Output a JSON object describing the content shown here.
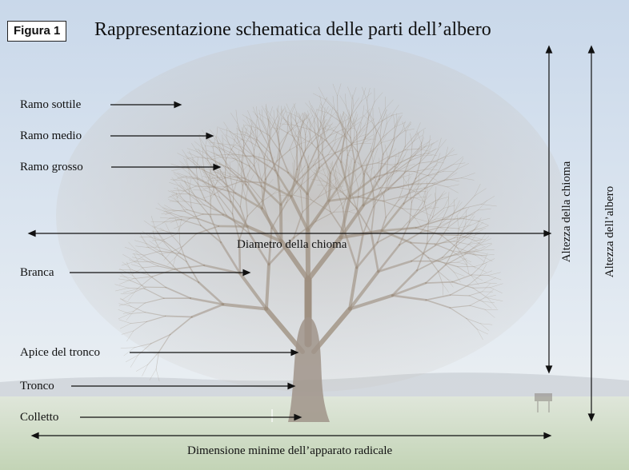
{
  "figure": {
    "tag": "Figura 1",
    "title": "Rappresentazione schematica delle parti dell’albero"
  },
  "labels": {
    "ramo_sottile": "Ramo sottile",
    "ramo_medio": "Ramo medio",
    "ramo_grosso": "Ramo grosso",
    "branca": "Branca",
    "apice_tronco": "Apice del tronco",
    "tronco": "Tronco",
    "colletto": "Colletto"
  },
  "dimensions": {
    "diametro_chioma": "Diametro della chioma",
    "altezza_chioma": "Altezza della chioma",
    "altezza_albero": "Altezza dell’albero",
    "apparato_radicale": "Dimensione minime dell’apparato radicale"
  },
  "colors": {
    "sky_top": "#c9d8ea",
    "sky_bottom": "#eef2f5",
    "ground": "#c7d8bb",
    "tree": "#9d8f7f",
    "arrow": "#111111"
  }
}
